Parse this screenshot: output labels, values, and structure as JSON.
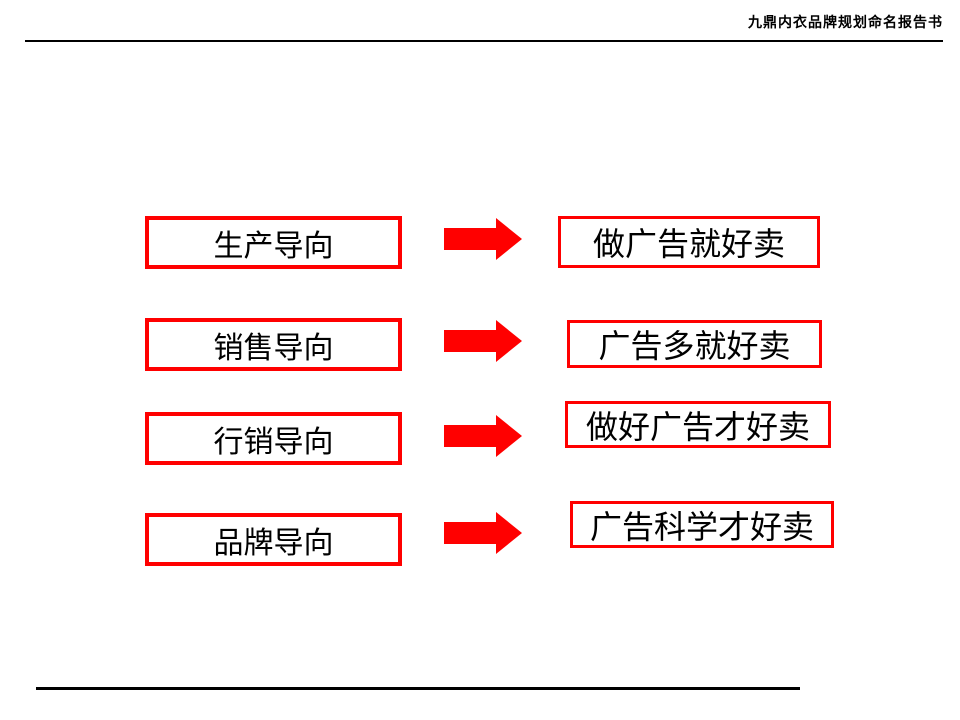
{
  "header": {
    "title": "九鼎内衣品牌规划命名报告书"
  },
  "rows": [
    {
      "left": "生产导向",
      "right": "做广告就好卖"
    },
    {
      "left": "销售导向",
      "right": "广告多就好卖"
    },
    {
      "left": "行销导向",
      "right": "做好广告才好卖"
    },
    {
      "left": "品牌导向",
      "right": "广告科学才好卖"
    }
  ],
  "colors": {
    "accent_red": "#ff0000",
    "text_black": "#000000",
    "rule_black": "#000000"
  }
}
